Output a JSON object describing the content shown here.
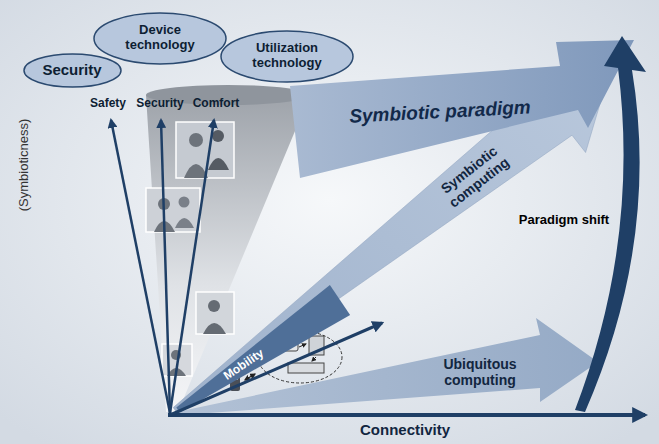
{
  "diagram": {
    "nodes": [
      {
        "text": [
          "Security"
        ]
      },
      {
        "text": [
          "Device technology"
        ]
      },
      {
        "text": [
          "Utilization technology"
        ]
      }
    ],
    "labels": [
      "Safety",
      "Security",
      "Comfort",
      "Symbiotic paradigm",
      "(Symbioticness)",
      "Symbiotic computing",
      "Mobility",
      "Ubiquitous computing",
      "Paradigm shift",
      "Connectivity"
    ]
  }
}
